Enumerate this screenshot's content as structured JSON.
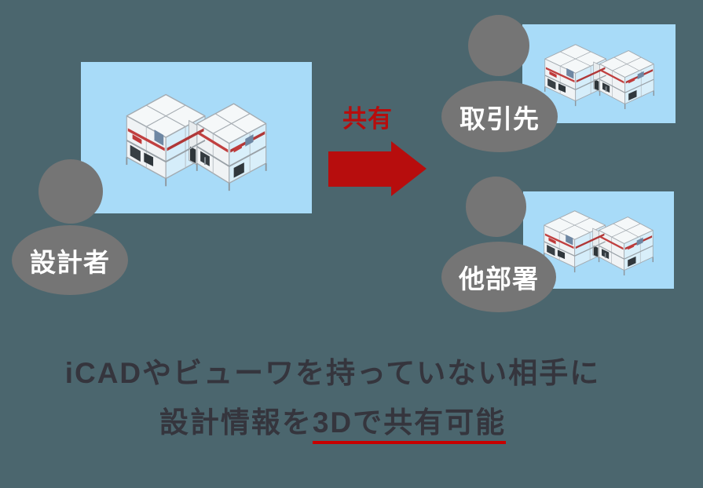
{
  "colors": {
    "background": "#4b666e",
    "panel_blue": "#a8dbf8",
    "person_gray": "#757575",
    "accent_red": "#b70d0d",
    "underline_red": "#c80000",
    "caption_text": "#35353d"
  },
  "designer": {
    "label": "設計者"
  },
  "share": {
    "label": "共有"
  },
  "recipients": [
    {
      "label": "取引先"
    },
    {
      "label": "他部署"
    }
  ],
  "caption": {
    "line1": "iCADやビューワを持っていない相手に",
    "line2_plain": "設計情報を",
    "line2_underlined": "3Dで共有可能"
  }
}
